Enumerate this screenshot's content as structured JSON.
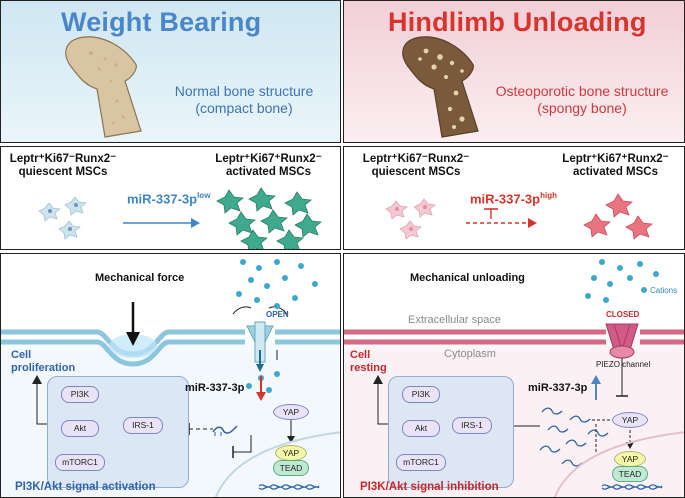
{
  "left": {
    "title": "Weight Bearing",
    "bone_desc_1": "Normal bone structure",
    "bone_desc_2": "(compact bone)",
    "cell_left_name": "Leptr⁺Ki67⁻Runx2⁻",
    "cell_left_sub": "quiescent MSCs",
    "cell_right_name": "Leptr⁺Ki67⁺Runx2⁻",
    "cell_right_sub": "activated MSCs",
    "mirna_base": "miR-337-3p",
    "mirna_sup": "low",
    "force_label": "Mechanical force",
    "open_label": "OPEN",
    "outcome_1": "Cell",
    "outcome_2": "proliferation",
    "mirna_arrow_label": "miR-337-3p",
    "nodes": {
      "pi3k": "PI3K",
      "akt": "Akt",
      "mtorc1": "mTORC1",
      "irs1": "IRS-1",
      "yap": "YAP",
      "yap2": "YAP",
      "tead": "TEAD"
    },
    "caption": "PI3K/Akt signal activation"
  },
  "right": {
    "title": "Hindlimb Unloading",
    "bone_desc_1": "Osteoporotic bone structure",
    "bone_desc_2": "(spongy bone)",
    "cell_left_name": "Leptr⁺Ki67⁻Runx2⁻",
    "cell_left_sub": "quiescent MSCs",
    "cell_right_name": "Leptr⁺Ki67⁺Runx2⁻",
    "cell_right_sub": "activated MSCs",
    "mirna_base": "miR-337-3p",
    "mirna_sup": "high",
    "unloading_label": "Mechanical unloading",
    "cations_label": "Cations",
    "extracellular_label": "Extracellular space",
    "closed_label": "CLOSED",
    "cytoplasm_label": "Cytoplasm",
    "piezo_label": "PIEZO channel",
    "outcome_1": "Cell",
    "outcome_2": "resting",
    "mirna_arrow_label": "miR-337-3p",
    "nodes": {
      "pi3k": "PI3K",
      "akt": "Akt",
      "mtorc1": "mTORC1",
      "irs1": "IRS-1",
      "yap": "YAP",
      "yap2": "YAP",
      "tead": "TEAD"
    },
    "caption": "PI3K/Akt signal inhibition"
  },
  "colors": {
    "left_title": "#4a86c8",
    "right_title": "#d8342b",
    "left_bg": "#d5eaf4",
    "right_bg": "#f4d7de",
    "membrane_left": "#8cc6dc",
    "membrane_right": "#d26a86",
    "caption_left": "#2f63b0",
    "caption_right": "#c8282b"
  }
}
